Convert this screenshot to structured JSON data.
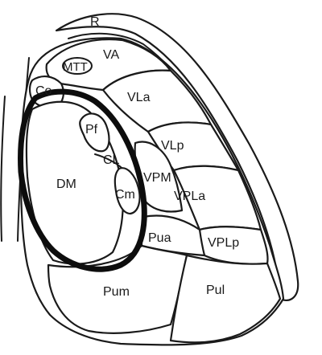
{
  "labels": {
    "r": "R",
    "va": "VA",
    "mtt": "MTT",
    "co": "Co",
    "vla": "VLa",
    "pf": "Pf",
    "vlp": "VLp",
    "cl": "CL",
    "dm": "DM",
    "vpm": "VPM",
    "cm": "Cm",
    "vpla": "VPLa",
    "pua": "Pua",
    "vplp": "VPLp",
    "pum": "Pum",
    "pul": "Pul"
  },
  "colors": {
    "stroke": "#1a1a1a",
    "highlight": "#0d0d0d",
    "background": "#ffffff"
  }
}
